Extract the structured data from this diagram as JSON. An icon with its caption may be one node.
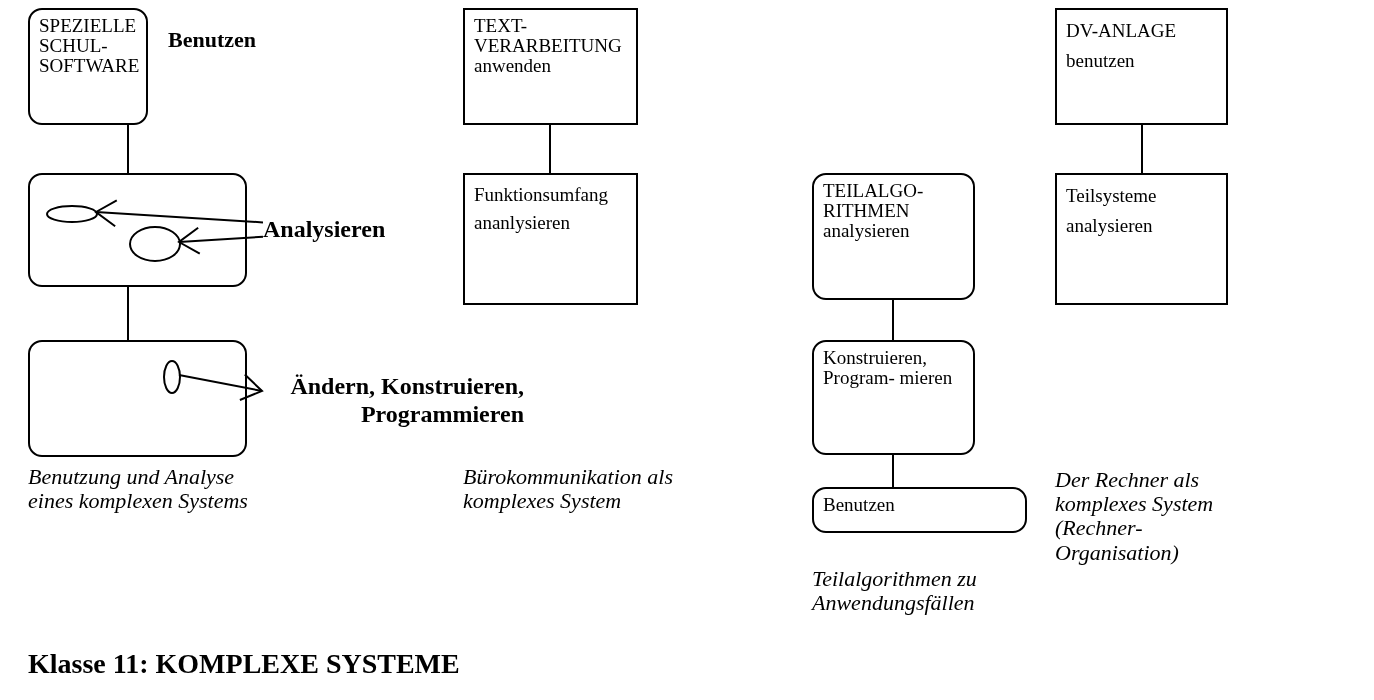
{
  "diagram": {
    "title": "Klasse 11: KOMPLEXE SYSTEME",
    "nodes": [
      {
        "text": [
          "SPEZIELLE SCHUL- SOFTWARE"
        ]
      },
      {
        "text": [],
        "shape": "box"
      },
      {
        "text": [],
        "shape": "ellipse",
        "in": 1
      },
      {
        "text": [],
        "shape": "ellipse",
        "in": 1
      },
      {
        "text": [
          "Analysieren"
        ]
      },
      {
        "text": [],
        "shape": "box"
      },
      {
        "text": [],
        "shape": "ellipse",
        "in": 5
      },
      {
        "text": [
          "Ändern, Konstruieren, Programmieren"
        ]
      },
      {
        "text": [
          "TEXT- VERARBEITUNG anwenden"
        ]
      },
      {
        "text": [
          "Funktionsumfang ananlysieren"
        ]
      },
      {
        "text": [
          "TEILALGO- RITHMEN analysieren"
        ]
      },
      {
        "text": [
          "Konstruieren, Program- mieren"
        ]
      },
      {
        "text": [
          "Benutzen"
        ]
      },
      {
        "text": [
          "DV-ANLAGE benutzen"
        ]
      },
      {
        "text": [
          "Teilsysteme analysieren"
        ]
      }
    ],
    "edges": [
      {
        "from": 0,
        "to": 1,
        "arrow": "none"
      },
      {
        "from": 1,
        "to": 5,
        "arrow": "none"
      },
      {
        "from": 4,
        "to": 2,
        "arrow": "to"
      },
      {
        "from": 4,
        "to": 3,
        "arrow": "to"
      },
      {
        "from": 6,
        "to": 7,
        "arrow": "to"
      },
      {
        "from": 8,
        "to": 9,
        "arrow": "none"
      },
      {
        "from": 10,
        "to": 11,
        "arrow": "none"
      },
      {
        "from": 11,
        "to": 12,
        "arrow": "none"
      },
      {
        "from": 13,
        "to": 14,
        "arrow": "none"
      }
    ],
    "labels": [
      "Benutzen",
      "Benutzung und Analyse eines komplexen Systems",
      "Bürokommunikation als komplexes System",
      "Der Rechner als komplexes System (Rechner- Organisation)",
      "Teilalgorithmen zu Anwendungsfällen"
    ]
  }
}
